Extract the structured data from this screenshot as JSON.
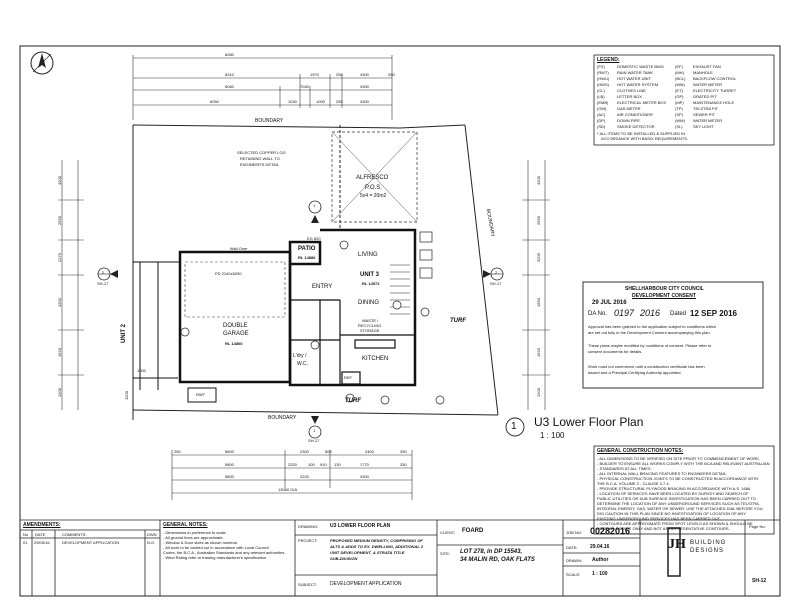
{
  "dims": {
    "top1": [
      "8280",
      "8310",
      "1970",
      "250",
      "4300",
      "250"
    ],
    "top2": [
      "6060",
      "7040",
      "4300"
    ],
    "top3": [
      "6050",
      "1040",
      "1000",
      "250",
      "4300"
    ],
    "left": [
      "4200",
      "2550",
      "2270",
      "4200",
      "1520",
      "1200"
    ],
    "right": [
      "4200",
      "2550",
      "3200",
      "1550",
      "1520",
      "1200"
    ],
    "bottom1": [
      "250",
      "5800",
      "2300",
      "500",
      "2400",
      "250"
    ],
    "bottom2": [
      "5800",
      "2320",
      "100",
      "910",
      "130",
      "1770",
      "250"
    ],
    "bottom3": [
      "5800",
      "2220",
      "4300"
    ],
    "overall": "13080 O/A"
  },
  "plan": {
    "boundary_top": "BOUNDARY",
    "boundary_bottom": "BOUNDARY",
    "boundary_right": "BOUNDARY",
    "retaining_note_1": "SELECTED COPPER LOG",
    "retaining_note_2": "RETAINING WALL TO",
    "retaining_note_3": "ENGINEER'S DETAIL",
    "alfresco": "ALFRESCO",
    "pos": "P.O.S.",
    "pos_area": "5x4 = 20m2",
    "eg": "EG 820",
    "patio": "PATIO",
    "patio_rl": "RL 14886",
    "wall_over": "Wall Over",
    "pd": "PD 2140x5290",
    "living": "LIVING",
    "unit3": "UNIT 3",
    "unit3_rl": "RL 14972",
    "entry": "ENTRY",
    "dining": "DINING",
    "waste_1": "WASTE /",
    "waste_2": "RECYCLING",
    "waste_3": "STORAGE",
    "double_garage": "DOUBLE",
    "garage": "GARAGE",
    "garage_rl": "RL 14800",
    "ldry": "L'dry /",
    "wc": "W.C.",
    "kitchen": "KITCHEN",
    "ref": "REF",
    "turf1": "TURF",
    "turf2": "TURF",
    "unit2": "UNIT 2",
    "rwt": "RWT",
    "sh17": "SH-17",
    "sect2": "2",
    "sect1": "1",
    "dim_1000": "1000",
    "dim_1200": "1200"
  },
  "legend": {
    "title": "LEGEND:",
    "left_codes": [
      "(FS)",
      "(RWT)",
      "(HWU)",
      "(HWS)",
      "(CL)",
      "(LB)",
      "(EMB)",
      "(GM)",
      "(AC)",
      "(DP)",
      "(SD)"
    ],
    "left_items": [
      "DOMESTIC WASTE BINS",
      "RAIN WATER TANK",
      "HOT WATER UNIT",
      "HOT WATER SYSTEM",
      "CLOTHES LINE",
      "LETTER BOX",
      "ELECTRICAL METER BOX",
      "GAS METER",
      "AIR CONDITIONER",
      "DOWN PIPE",
      "SMOKE DETECTOR"
    ],
    "right_codes": [
      "(EF)",
      "(MH)",
      "(BCL)",
      "(WM)",
      "(ET)",
      "(GP)",
      "(MP)",
      "(TP)",
      "(SP)",
      "(WM)",
      "(SL)"
    ],
    "right_items": [
      "EXHAUST FAN",
      "MANHOLE",
      "BACKFLOW CONTROL",
      "WATER METER",
      "ELECTRICITY TURRET",
      "GRATED PIT",
      "MAINTENANCE HOLE",
      "TELSTRA PIT",
      "SEWER PIT",
      "WATER METER",
      "SKY LIGHT"
    ],
    "note_1": "* ALL ITEMS TO BE INSTALLED & SUPPLIED IN",
    "note_2": "ACCORDANCE WITH BASIX REQUIREMENTS."
  },
  "stamp": {
    "council": "SHELLHARBOUR CITY COUNCIL",
    "consent": "DEVELOPMENT CONSENT",
    "date_stamp": "29 JUL 2016",
    "da_label": "DA No.",
    "da_number": "0197",
    "da_year": "2016",
    "dated_label": "Dated",
    "dated": "12 SEP 2016",
    "p1_1": "Approval has been granted to the application subject to conditions which",
    "p1_2": "are set out fully in the Development Consent accompanying this plan.",
    "p2_1": "These plans maybe modified by conditions of consent. Please refer to",
    "p2_2": "consent documents for details.",
    "p3_1": "Work must not commence until a construction certificate has been",
    "p3_2": "issued and a Principal Certifying Authority appointed."
  },
  "plan_title": {
    "number": "1",
    "title": "U3 Lower Floor Plan",
    "scale": "1 : 100"
  },
  "construction_notes": {
    "title": "GENERAL CONSTRUCTION NOTES:",
    "lines": [
      "- ALL DIMENSIONS TO BE VERIFIED ON SITE PRIOR TO COMMENCEMENT OF WORK.",
      "- BUILDER TO ENSURE ALL WORKS COMPLY WITH THE BCA AND RELEVANT AUSTRALIAN",
      "- STANDARDS AT ALL TIMES.",
      "- ALL INTERNAL WALL BRACING FEATURES TO ENGINEERS DETAIL.",
      "- PHYSICAL CONSTRUCTION JOINTS TO BE CONSTRUCTED IN ACCORDANCE WITH",
      "  THE B.C.A. VOLUME 2 - CLAUSE 3.7.4.",
      "- PROVIDE STRUCTURAL PLYWOOD BRACING IN ACCORDANCE WITH A.S. 1684.",
      "- LOCATION OF SERVICES HAVE BEEN LOCATED BY SURVEY AND SEARCH OF",
      "  PUBLIC UTILITIES OR SUB SURFACE INVESTIGATION HAS BEEN CARRIED OUT TO",
      "  DETERMINE THE LOCATION OF ANY UNDERGROUND SERVICES SUCH AS TELSTRA,",
      "  INTEGRAL ENERGY, GAS, WATER OR SEWER. USE THE ATTACHED DIAL BEFORE YOU",
      "  DIG CAUTION IN THIS PLAN SINCE NO INVESTIGATION OF LOCATION OF ANY",
      "  EXISTING UNDERGROUND SERVICES HAS BEEN CARRIED OUT.",
      "- CONTOURS ARE APPROXIMATE FROM SPOT LEVELS AS SHOWN & SHOULD BE",
      "  USED AS A GUIDE ONLY AND NOT AS REPRESENTATIVE CONTOURS."
    ]
  },
  "title_block": {
    "amendments": "AMENDMENTS:",
    "h_no": "No",
    "h_date": "DATE",
    "h_comments": "COMMENTS:",
    "h_dwn": "DWN",
    "r_no": "01",
    "r_date": "29/05/16",
    "r_comment": "DEVELOPMENT APPLICATION",
    "r_dwn": "N.G.",
    "general_notes": "GENERAL NOTES:",
    "gn_lines": [
      "- Dimensions in preference to scale.",
      "- All ground lines are approximate.",
      "- Window & Door sizes as shown nominal.",
      "- All work to be carried out in accordance with Local Council",
      "  Codes, the B.C.A., Australian Standards and any relevant authorities.",
      "- Wind Rating refer to framing manufacturer's specification."
    ],
    "drawing_label": "DRAWING:",
    "drawing": "U3 LOWER FLOOR PLAN",
    "project_label": "PROJECT:",
    "project_1": "PROPOSED MEDIUM DENSITY, COMPRISING OF",
    "project_2": "ALTS & ADDS TO EX. DWELLING, ADDITIONAL 2",
    "project_3": "UNIT DEVELOPMENT, & STRATA TITLE",
    "project_4": "SUB-DIVISION",
    "subject_label": "SUBJECT:",
    "subject": "DEVELOPMENT APPLICATION",
    "client_label": "CLIENT:",
    "client": "FOARD",
    "site_label": "SITE:",
    "site_1": "LOT 278, in DP 15543,",
    "site_2": "34 MALIN RD, OAK FLATS",
    "job_label": "JOB NO:",
    "job": "00282016",
    "date_label": "DATE:",
    "date": "29.04.16",
    "drawn_label": "DRAWN:",
    "drawn": "Author",
    "scale_label": "SCALE:",
    "scale": "1 : 100",
    "logo_letters": "JH",
    "logo_1": "BUILDING",
    "logo_2": "DESIGNS",
    "page_label": "Page No:",
    "page": "SH-12"
  }
}
